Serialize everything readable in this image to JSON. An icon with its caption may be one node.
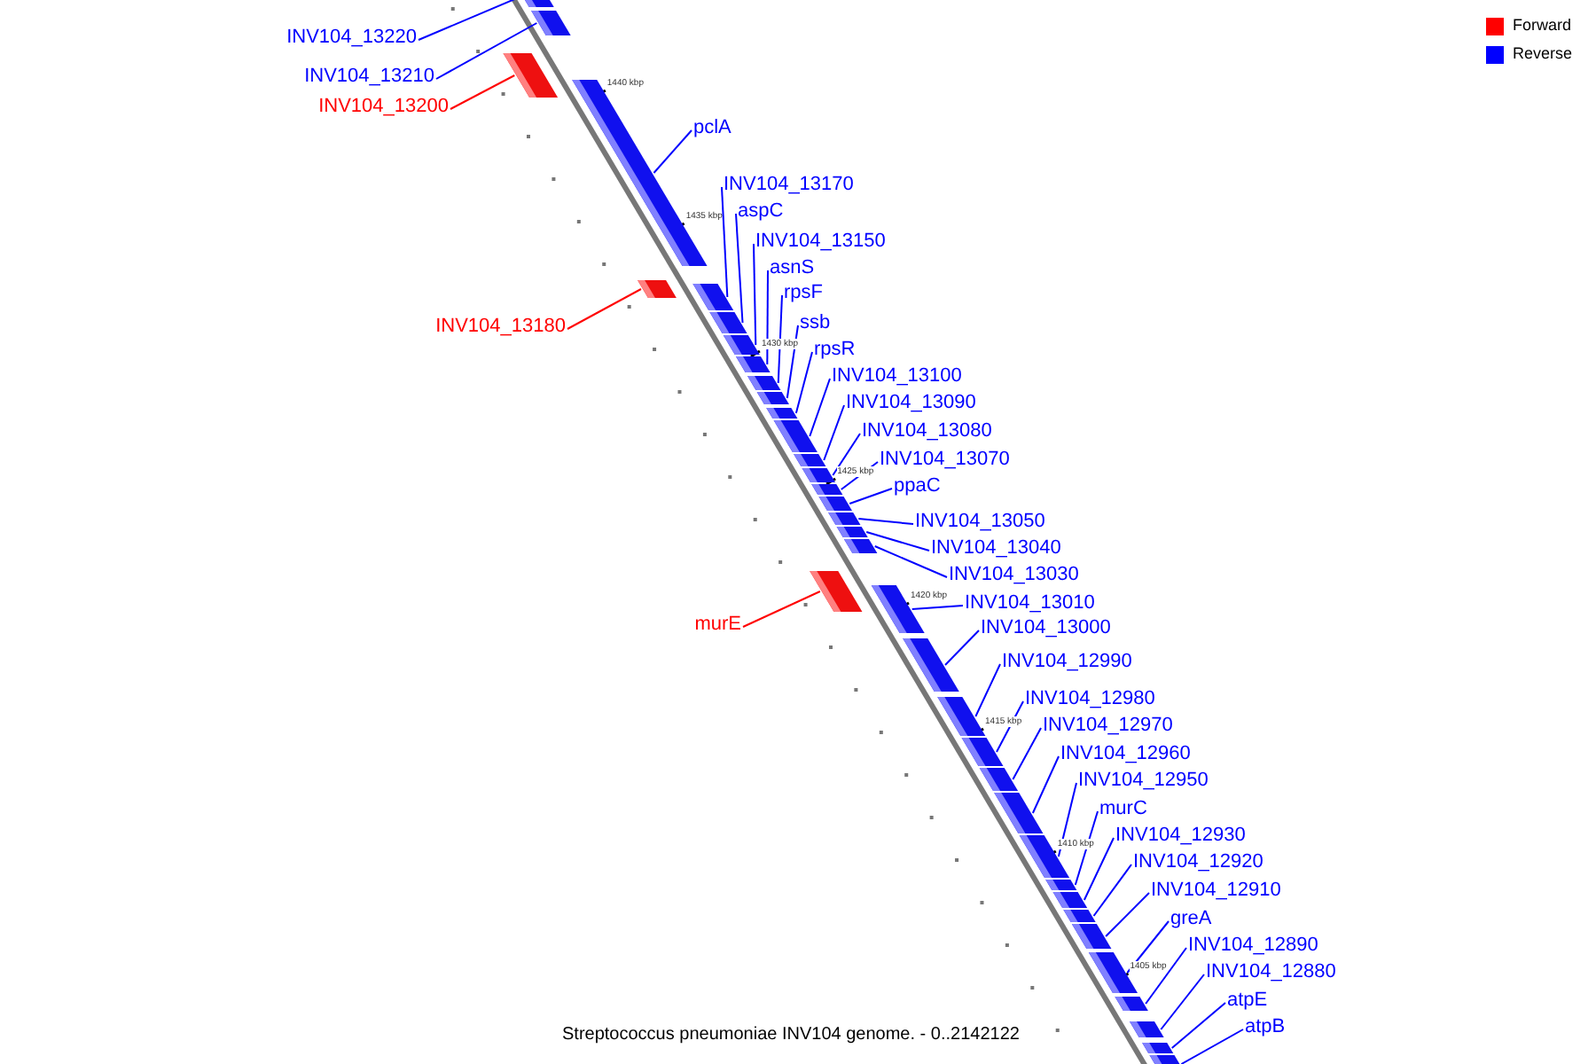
{
  "diagram": {
    "caption": "Streptococcus pneumoniae INV104 genome. - 0..2142122",
    "nodes": [
      {
        "text": [
          "INV104_13220"
        ]
      },
      {
        "text": [
          "INV104_13210"
        ]
      },
      {
        "text": [
          "INV104_13200"
        ]
      },
      {
        "text": [
          "pclA"
        ]
      },
      {
        "text": [
          "INV104_13170"
        ]
      },
      {
        "text": [
          "aspC"
        ]
      },
      {
        "text": [
          "INV104_13150"
        ]
      },
      {
        "text": [
          "asnS"
        ]
      },
      {
        "text": [
          "rpsF"
        ]
      },
      {
        "text": [
          "ssb"
        ]
      },
      {
        "text": [
          "INV104_13180"
        ]
      },
      {
        "text": [
          "rpsR"
        ]
      },
      {
        "text": [
          "INV104_13100"
        ]
      },
      {
        "text": [
          "INV104_13090"
        ]
      },
      {
        "text": [
          "INV104_13080"
        ]
      },
      {
        "text": [
          "INV104_13070"
        ]
      },
      {
        "text": [
          "ppaC"
        ]
      },
      {
        "text": [
          "INV104_13050"
        ]
      },
      {
        "text": [
          "INV104_13040"
        ]
      },
      {
        "text": [
          "INV104_13030"
        ]
      },
      {
        "text": [
          "INV104_13010"
        ]
      },
      {
        "text": [
          "murE"
        ]
      },
      {
        "text": [
          "INV104_13000"
        ]
      },
      {
        "text": [
          "INV104_12990"
        ]
      },
      {
        "text": [
          "INV104_12980"
        ]
      },
      {
        "text": [
          "INV104_12970"
        ]
      },
      {
        "text": [
          "INV104_12960"
        ]
      },
      {
        "text": [
          "INV104_12950"
        ]
      },
      {
        "text": [
          "murC"
        ]
      },
      {
        "text": [
          "INV104_12930"
        ]
      },
      {
        "text": [
          "INV104_12920"
        ]
      },
      {
        "text": [
          "INV104_12910"
        ]
      },
      {
        "text": [
          "greA"
        ]
      },
      {
        "text": [
          "INV104_12890"
        ]
      },
      {
        "text": [
          "INV104_12880"
        ]
      },
      {
        "text": [
          "atpE"
        ]
      },
      {
        "text": [
          "atpB"
        ]
      },
      {
        "text": [],
        "shape": "bar"
      },
      {
        "text": [],
        "shape": "bar"
      },
      {
        "text": [],
        "shape": "bar"
      },
      {
        "text": [],
        "shape": "bar"
      },
      {
        "text": [],
        "shape": "bar"
      },
      {
        "text": [],
        "shape": "bar"
      },
      {
        "text": [],
        "shape": "bar"
      },
      {
        "text": [],
        "shape": "bar"
      },
      {
        "text": [],
        "shape": "bar"
      },
      {
        "text": [],
        "shape": "bar"
      },
      {
        "text": [],
        "shape": "bar"
      },
      {
        "text": [],
        "shape": "bar"
      },
      {
        "text": [],
        "shape": "bar"
      },
      {
        "text": [],
        "shape": "bar"
      },
      {
        "text": [],
        "shape": "bar"
      },
      {
        "text": [],
        "shape": "bar"
      },
      {
        "text": [],
        "shape": "bar"
      },
      {
        "text": [],
        "shape": "bar"
      },
      {
        "text": [],
        "shape": "bar"
      },
      {
        "text": [],
        "shape": "bar"
      },
      {
        "text": [],
        "shape": "bar"
      },
      {
        "text": [],
        "shape": "bar"
      },
      {
        "text": [],
        "shape": "bar"
      },
      {
        "text": [],
        "shape": "bar"
      },
      {
        "text": [],
        "shape": "bar"
      },
      {
        "text": [],
        "shape": "bar"
      },
      {
        "text": [],
        "shape": "bar"
      },
      {
        "text": [],
        "shape": "bar"
      },
      {
        "text": [],
        "shape": "bar"
      },
      {
        "text": [],
        "shape": "bar"
      },
      {
        "text": [],
        "shape": "bar"
      },
      {
        "text": [],
        "shape": "bar"
      },
      {
        "text": [],
        "shape": "bar"
      },
      {
        "text": [],
        "shape": "bar"
      },
      {
        "text": [],
        "shape": "bar"
      },
      {
        "text": [],
        "shape": "bar"
      },
      {
        "text": [],
        "shape": "bar"
      }
    ],
    "edges": [
      {
        "from": 0,
        "to": 37,
        "arrow": "none"
      },
      {
        "from": 1,
        "to": 38,
        "arrow": "none"
      },
      {
        "from": 2,
        "to": 39,
        "arrow": "none",
        "color": "#ff0000"
      },
      {
        "from": 3,
        "to": 40,
        "arrow": "none"
      },
      {
        "from": 4,
        "to": 42,
        "arrow": "none"
      },
      {
        "from": 5,
        "to": 43,
        "arrow": "none"
      },
      {
        "from": 6,
        "to": 44,
        "arrow": "none"
      },
      {
        "from": 7,
        "to": 45,
        "arrow": "none"
      },
      {
        "from": 8,
        "to": 46,
        "arrow": "none"
      },
      {
        "from": 9,
        "to": 47,
        "arrow": "none"
      },
      {
        "from": 10,
        "to": 41,
        "arrow": "none",
        "color": "#ff0000"
      },
      {
        "from": 11,
        "to": 48,
        "arrow": "none"
      },
      {
        "from": 12,
        "to": 49,
        "arrow": "none"
      },
      {
        "from": 13,
        "to": 50,
        "arrow": "none"
      },
      {
        "from": 14,
        "to": 51,
        "arrow": "none"
      },
      {
        "from": 15,
        "to": 52,
        "arrow": "none"
      },
      {
        "from": 16,
        "to": 53,
        "arrow": "none"
      },
      {
        "from": 17,
        "to": 54,
        "arrow": "none"
      },
      {
        "from": 18,
        "to": 55,
        "arrow": "none"
      },
      {
        "from": 19,
        "to": 56,
        "arrow": "none"
      },
      {
        "from": 20,
        "to": 58,
        "arrow": "none"
      },
      {
        "from": 21,
        "to": 57,
        "arrow": "none",
        "color": "#ff0000"
      },
      {
        "from": 22,
        "to": 59,
        "arrow": "none"
      },
      {
        "from": 23,
        "to": 60,
        "arrow": "none"
      },
      {
        "from": 24,
        "to": 61,
        "arrow": "none"
      },
      {
        "from": 25,
        "to": 62,
        "arrow": "none"
      },
      {
        "from": 26,
        "to": 63,
        "arrow": "none"
      },
      {
        "from": 27,
        "to": 64,
        "arrow": "none"
      },
      {
        "from": 28,
        "to": 65,
        "arrow": "none"
      },
      {
        "from": 29,
        "to": 66,
        "arrow": "none"
      },
      {
        "from": 30,
        "to": 67,
        "arrow": "none"
      },
      {
        "from": 31,
        "to": 68,
        "arrow": "none"
      },
      {
        "from": 32,
        "to": 69,
        "arrow": "none"
      },
      {
        "from": 33,
        "to": 70,
        "arrow": "none"
      },
      {
        "from": 34,
        "to": 71,
        "arrow": "none"
      },
      {
        "from": 35,
        "to": 72,
        "arrow": "none"
      },
      {
        "from": 36,
        "to": 73,
        "arrow": "none"
      }
    ],
    "labels": [
      "1440 kbp",
      "1435 kbp",
      "1430 kbp",
      "1425 kbp",
      "1420 kbp",
      "1415 kbp",
      "1410 kbp",
      "1405 kbp"
    ],
    "legend": [
      {
        "text": "Forward",
        "color": "#ff0000"
      },
      {
        "text": "Reverse",
        "color": "#0000ff"
      }
    ]
  }
}
